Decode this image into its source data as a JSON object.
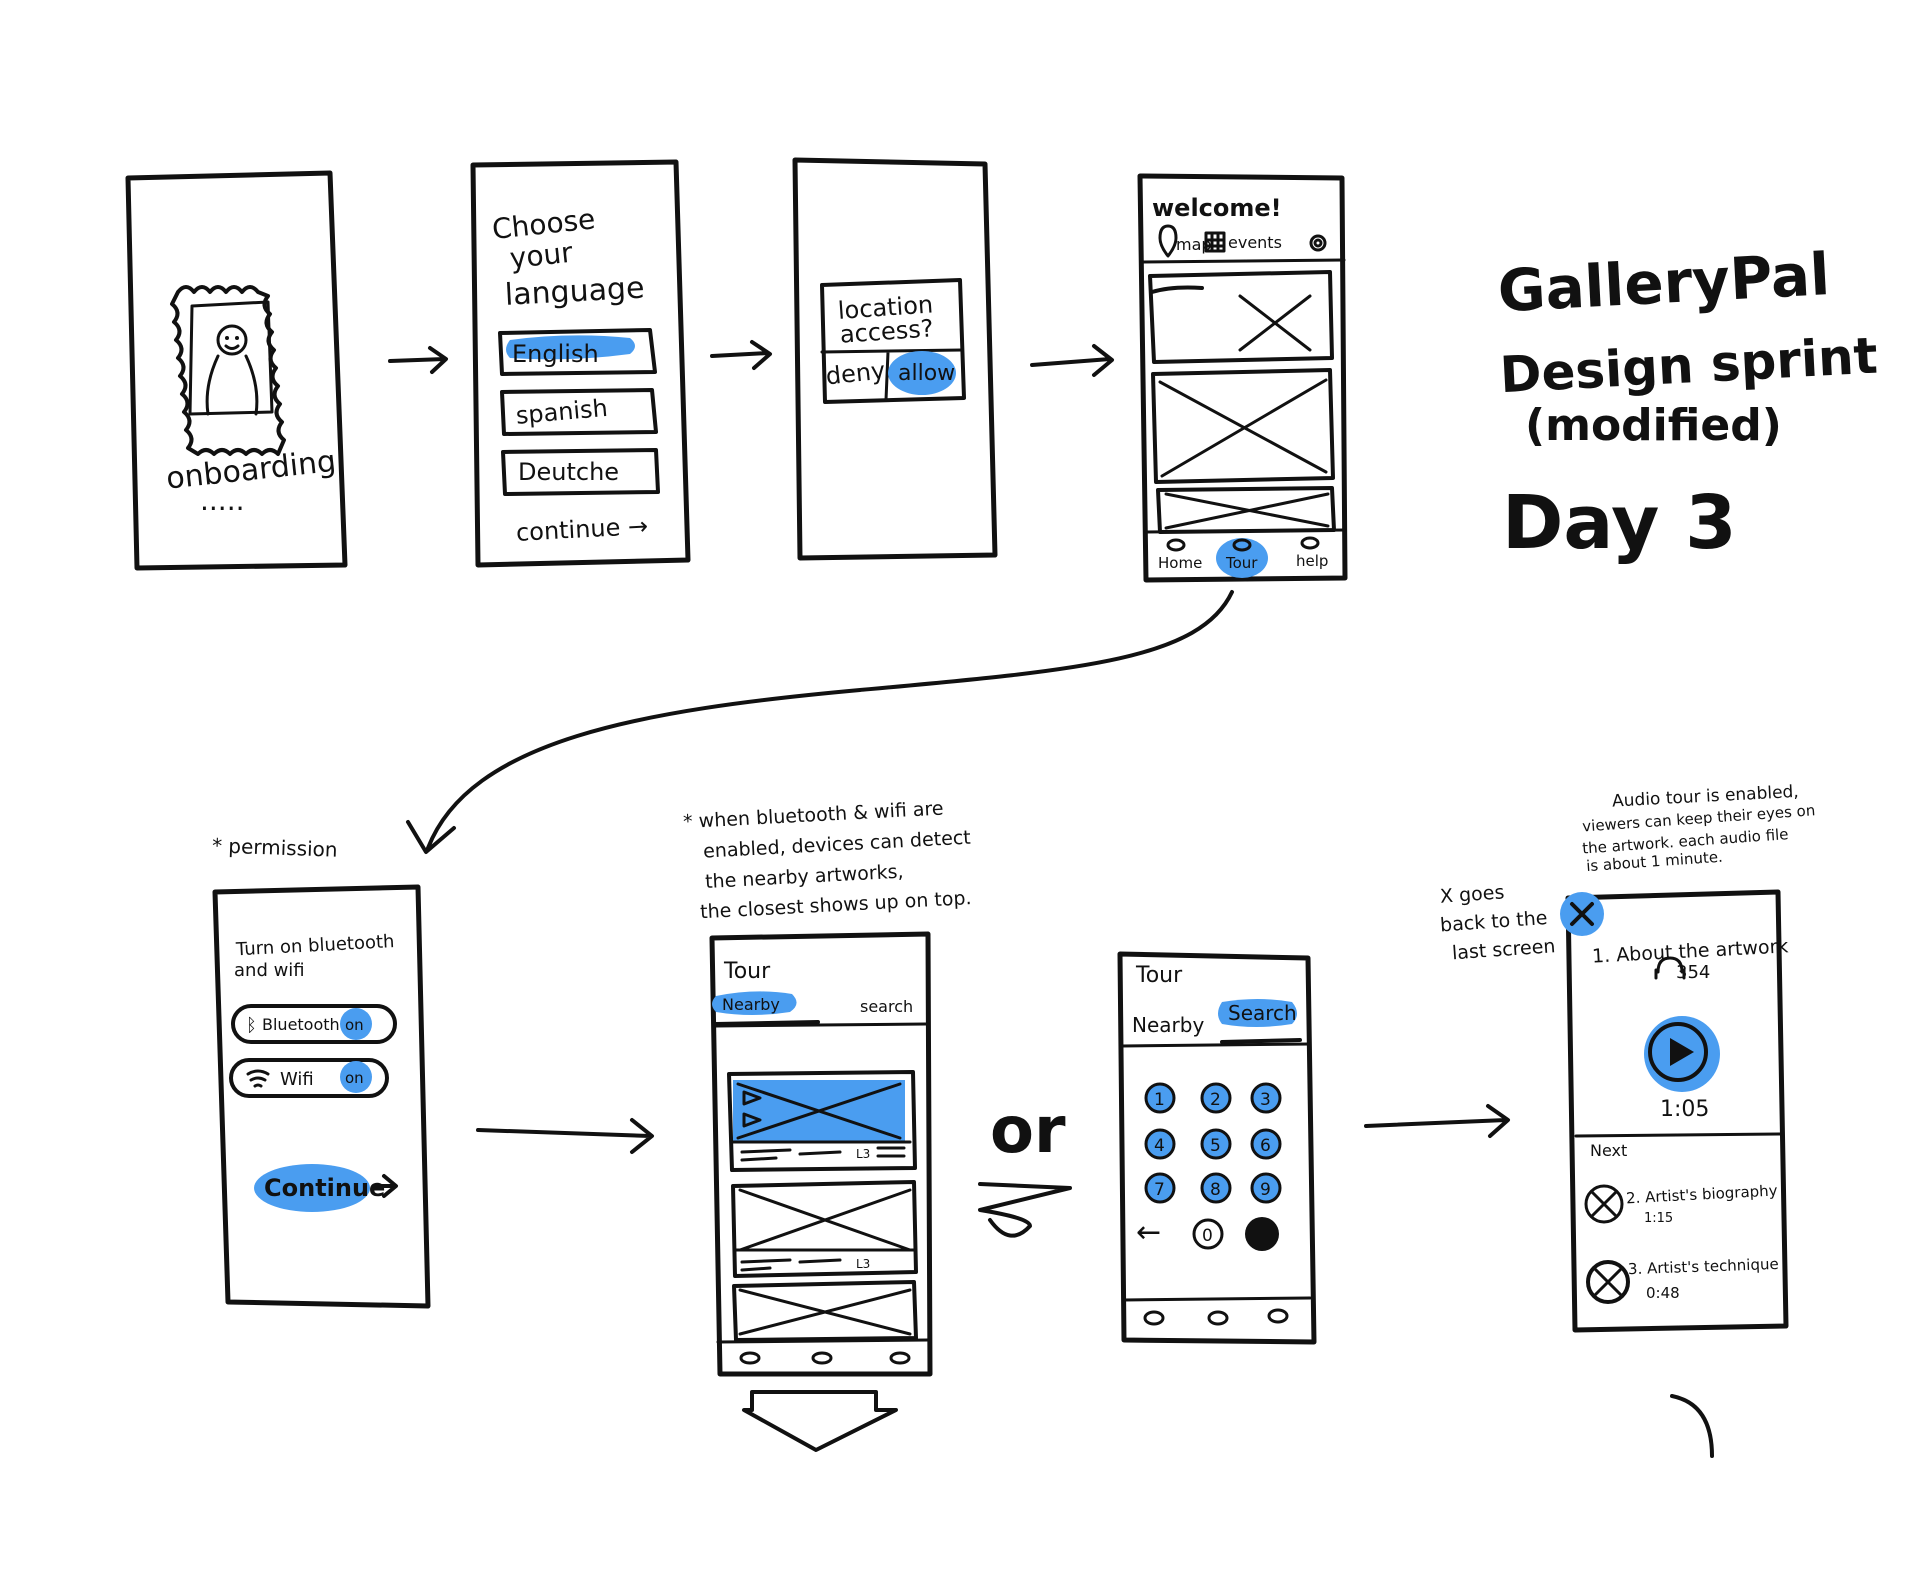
{
  "title": {
    "line1": "GalleryPal",
    "line2": "Design sprint",
    "line3": "(modified)",
    "line4": "Day 3"
  },
  "colors": {
    "accent": "#4a9df0",
    "ink": "#111111",
    "paper": "#ffffff"
  },
  "screen1": {
    "label": "onboarding",
    "dots": "....."
  },
  "screen2": {
    "heading1": "Choose",
    "heading2": "your",
    "heading3": "language",
    "options": [
      "English",
      "spanish",
      "Deutche"
    ],
    "continue": "continue →"
  },
  "screen3": {
    "dialog_line1": "location",
    "dialog_line2": "access?",
    "deny": "deny",
    "allow": "allow"
  },
  "screen4": {
    "welcome": "welcome!",
    "map": "map",
    "events": "events",
    "nav": [
      "Home",
      "Tour",
      "help"
    ]
  },
  "screen5": {
    "note": "* permission",
    "text_line1": "Turn on bluetooth",
    "text_line2": "and wifi",
    "bluetooth": "Bluetooth",
    "wifi": "Wifi",
    "on1": "on",
    "on2": "on",
    "continue": "Continue"
  },
  "screen6": {
    "note_line1": "* when bluetooth & wifi are",
    "note_line2": "enabled, devices can detect",
    "note_line3": "the nearby artworks,",
    "note_line4": "the closest shows up on top.",
    "title": "Tour",
    "tab_nearby": "Nearby",
    "tab_search": "search",
    "card_tag1": "L3",
    "card_tag2": "L3"
  },
  "or_label": "or",
  "screen7": {
    "title": "Tour",
    "tab_nearby": "Nearby",
    "tab_search": "Search",
    "keys": [
      "1",
      "2",
      "3",
      "4",
      "5",
      "6",
      "7",
      "8",
      "9",
      "0"
    ],
    "back_key": "←"
  },
  "screen8": {
    "note_line1": "Audio tour is enabled,",
    "note_line2": "viewers can keep their eyes on",
    "note_line3": "the artwork. each audio file",
    "note_line4": "is about 1 minute.",
    "x_note_line1": "X goes",
    "x_note_line2": "back to the",
    "x_note_line3": "last screen",
    "heading": "1. About the artwork",
    "listens": "354",
    "time": "1:05",
    "next_label": "Next",
    "next_items": [
      {
        "title": "2. Artist's biography",
        "time": "1:15"
      },
      {
        "title": "3. Artist's technique",
        "time": "0:48"
      }
    ]
  }
}
